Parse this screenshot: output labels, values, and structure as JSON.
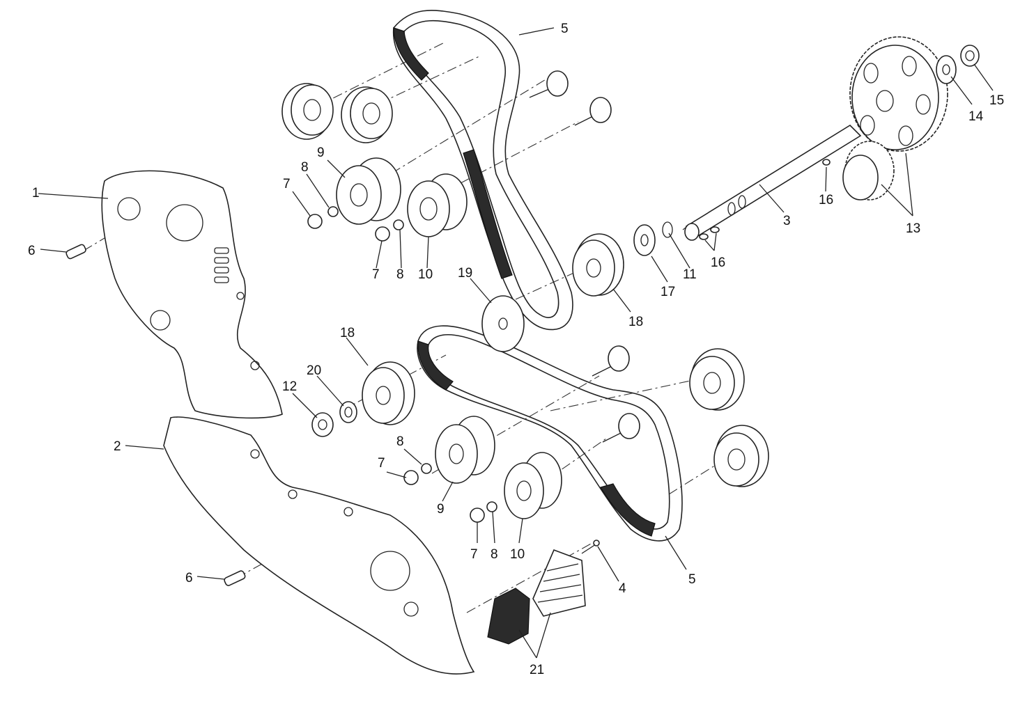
{
  "diagram": {
    "callouts": [
      {
        "id": "c1",
        "text": "1"
      },
      {
        "id": "c2",
        "text": "2"
      },
      {
        "id": "c3",
        "text": "3"
      },
      {
        "id": "c4",
        "text": "4"
      },
      {
        "id": "c5a",
        "text": "5"
      },
      {
        "id": "c5b",
        "text": "5"
      },
      {
        "id": "c6a",
        "text": "6"
      },
      {
        "id": "c6b",
        "text": "6"
      },
      {
        "id": "c7a",
        "text": "7"
      },
      {
        "id": "c7b",
        "text": "7"
      },
      {
        "id": "c7c",
        "text": "7"
      },
      {
        "id": "c7d",
        "text": "7"
      },
      {
        "id": "c8a",
        "text": "8"
      },
      {
        "id": "c8b",
        "text": "8"
      },
      {
        "id": "c8c",
        "text": "8"
      },
      {
        "id": "c8d",
        "text": "8"
      },
      {
        "id": "c9a",
        "text": "9"
      },
      {
        "id": "c9b",
        "text": "9"
      },
      {
        "id": "c10a",
        "text": "10"
      },
      {
        "id": "c10b",
        "text": "10"
      },
      {
        "id": "c11",
        "text": "11"
      },
      {
        "id": "c12",
        "text": "12"
      },
      {
        "id": "c13",
        "text": "13"
      },
      {
        "id": "c14",
        "text": "14"
      },
      {
        "id": "c15",
        "text": "15"
      },
      {
        "id": "c16a",
        "text": "16"
      },
      {
        "id": "c16b",
        "text": "16"
      },
      {
        "id": "c17",
        "text": "17"
      },
      {
        "id": "c18a",
        "text": "18"
      },
      {
        "id": "c18b",
        "text": "18"
      },
      {
        "id": "c19",
        "text": "19"
      },
      {
        "id": "c20",
        "text": "20"
      },
      {
        "id": "c21",
        "text": "21"
      }
    ]
  },
  "colors": {
    "line": "#222222",
    "background": "#ffffff",
    "dark_fill": "#2b2b2b"
  }
}
